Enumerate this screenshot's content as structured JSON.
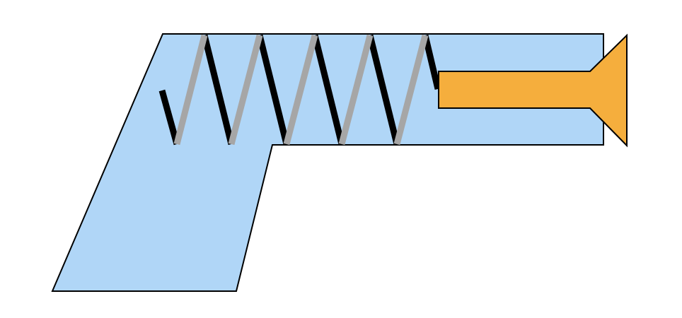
{
  "diagram": {
    "components": [
      {
        "id": "housing",
        "shape": "gun-shaped body",
        "fill": "#b0d6f7",
        "stroke": "#000000"
      },
      {
        "id": "spring",
        "shape": "helical coil",
        "front_color": "#a6a6a6",
        "back_color": "#000000"
      },
      {
        "id": "plunger",
        "shape": "rod with flared head",
        "fill": "#f5ae3d",
        "stroke": "#000000"
      }
    ],
    "colors": {
      "background": "#ffffff",
      "housing_fill": "#b0d6f7",
      "outline": "#000000",
      "spring_front": "#a6a6a6",
      "spring_back": "#000000",
      "plunger_fill": "#f5ae3d"
    }
  }
}
